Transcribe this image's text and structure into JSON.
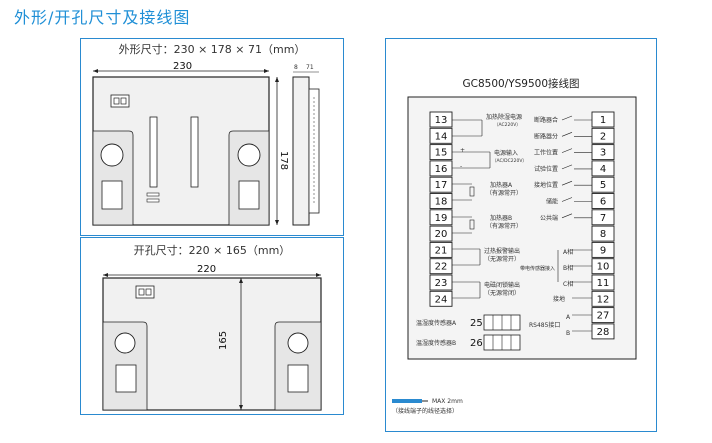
{
  "title": "外形/开孔尺寸及接线图",
  "outline": {
    "caption": "外形尺寸：230 × 178 × 71（mm）",
    "width_label": "230",
    "height_label": "178",
    "side_depth_label": "71",
    "side_top_label": "8"
  },
  "cutout": {
    "caption": "开孔尺寸：220 × 165（mm）",
    "width_label": "220",
    "height_label": "165"
  },
  "wiring": {
    "title": "GC8500/YS9500接线图",
    "left_terminals": [
      "13",
      "14",
      "15",
      "16",
      "17",
      "18",
      "19",
      "20",
      "21",
      "22",
      "23",
      "24"
    ],
    "right_terminals": [
      "1",
      "2",
      "3",
      "4",
      "5",
      "6",
      "7",
      "8",
      "9",
      "10",
      "11",
      "12",
      "27",
      "28"
    ],
    "left_labels": {
      "heat_power": "加热除湿电源",
      "heat_power_sub": "（AC220V）",
      "power_input": "电源输入",
      "power_input_sub": "（AC/DC220V）",
      "heater_a": "加热器A",
      "heater_a_sub": "（有源常开）",
      "heater_b": "加热器B",
      "heater_b_sub": "（有源常开）",
      "overheat_alarm": "过热报警输出",
      "overheat_alarm_sub": "（无源常开）",
      "em_lock": "电磁闭锁输出",
      "em_lock_sub": "（无源常闭）",
      "plus": "+",
      "minus": "-"
    },
    "right_labels": [
      "断路器合",
      "断路器分",
      "工作位置",
      "试验位置",
      "接地位置",
      "储能",
      "公共端"
    ],
    "phase_labels": [
      "A相",
      "B相",
      "C相"
    ],
    "live_sensor": "带电传感器接入",
    "ground": "接地",
    "rs485": "RS485接口",
    "rs485_a": "A",
    "rs485_b": "B",
    "sensor_a": {
      "label": "温湿度传感器A",
      "port": "25"
    },
    "sensor_b": {
      "label": "温湿度传感器B",
      "port": "26"
    },
    "wire_note_max": "MAX 2mm",
    "wire_note": "（接线端子的线径选择）"
  },
  "colors": {
    "accent": "#1f8fd6",
    "line": "#222222",
    "panel_fill": "#f5f5f5",
    "box_fill": "#e4e4e4"
  }
}
